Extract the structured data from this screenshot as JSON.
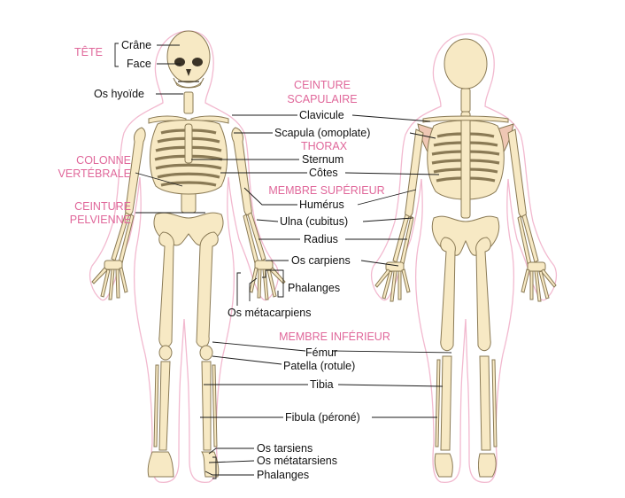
{
  "categories": {
    "tete": "TÊTE",
    "ceinture_scapulaire_1": "CEINTURE",
    "ceinture_scapulaire_2": "SCAPULAIRE",
    "colonne_1": "COLONNE",
    "colonne_2": "VERTÉBRALE",
    "thorax": "THORAX",
    "ceinture_pelvienne_1": "CEINTURE",
    "ceinture_pelvienne_2": "PELVIENNE",
    "membre_superieur": "MEMBRE SUPÉRIEUR",
    "membre_inferieur": "MEMBRE INFÉRIEUR"
  },
  "labels": {
    "crane": "Crâne",
    "face": "Face",
    "os_hyoide": "Os hyoïde",
    "clavicule": "Clavicule",
    "scapula": "Scapula (omoplate)",
    "sternum": "Sternum",
    "cotes": "Côtes",
    "humerus": "Humérus",
    "ulna": "Ulna (cubitus)",
    "radius": "Radius",
    "os_carpiens": "Os carpiens",
    "phalanges_main": "Phalanges",
    "os_metacarpiens": "Os métacarpiens",
    "femur": "Fémur",
    "patella": "Patella (rotule)",
    "tibia": "Tibia",
    "fibula": "Fibula (péroné)",
    "os_tarsiens": "Os tarsiens",
    "os_metatarsiens": "Os métatarsiens",
    "phalanges_pied": "Phalanges"
  },
  "colors": {
    "bone": "#f7e9c4",
    "bone_outline": "#8a7a55",
    "body_outline": "#f2b9cf",
    "category": "#e0679a",
    "muscle_hint": "#e9a9a0"
  }
}
